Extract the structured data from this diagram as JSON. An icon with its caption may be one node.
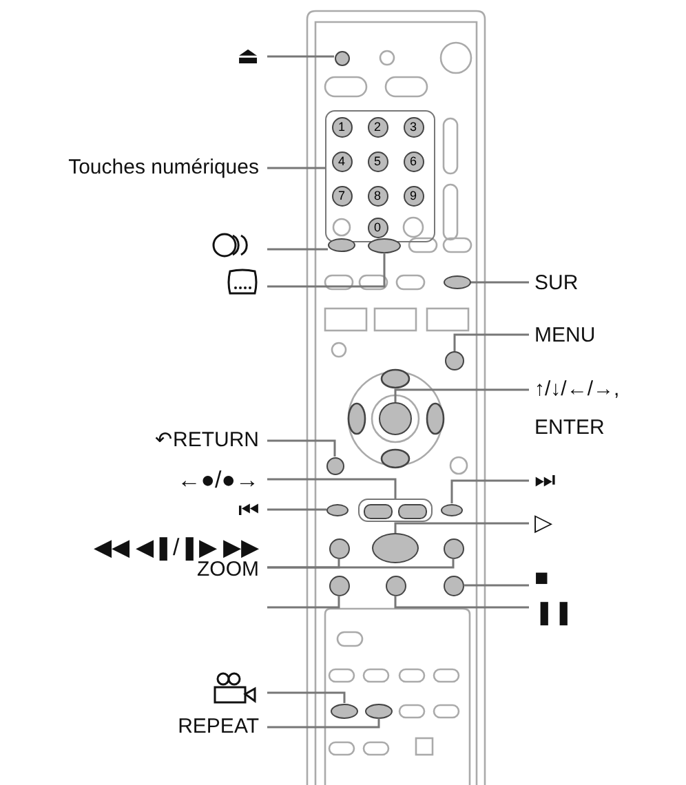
{
  "diagram": {
    "nodes": [
      {
        "text": [
          "⏏"
        ]
      },
      {
        "text": [
          "Touches numériques"
        ]
      },
      {
        "text": [],
        "shape": "circle"
      },
      {
        "text": [],
        "shape": "picture"
      },
      {
        "text": [
          "↶RETURN"
        ]
      },
      {
        "text": [
          "←●/●→"
        ]
      },
      {
        "text": [
          "⏮"
        ]
      },
      {
        "text": [
          "◀◀ ◀❚/❚▶ ▶▶"
        ]
      },
      {
        "text": [
          "ZOOM"
        ]
      },
      {
        "text": [],
        "shape": "picture"
      },
      {
        "text": [
          "REPEAT"
        ]
      },
      {
        "text": [
          "SUR"
        ]
      },
      {
        "text": [
          "MENU"
        ]
      },
      {
        "text": [
          "↑/↓/←/→, ENTER"
        ]
      },
      {
        "text": [
          "⏭"
        ]
      },
      {
        "text": [
          "▷"
        ]
      },
      {
        "text": [
          "■"
        ]
      },
      {
        "text": [
          "❚❚"
        ]
      },
      {
        "text": [],
        "shape": "button"
      },
      {
        "text": [],
        "shape": "box"
      },
      {
        "text": [],
        "shape": "button"
      },
      {
        "text": [],
        "shape": "button"
      },
      {
        "text": [],
        "shape": "button"
      },
      {
        "text": [],
        "shape": "button"
      },
      {
        "text": [],
        "shape": "button"
      },
      {
        "text": [],
        "shape": "button"
      },
      {
        "text": [],
        "shape": "box"
      },
      {
        "text": [],
        "shape": "button"
      },
      {
        "text": [],
        "shape": "button"
      },
      {
        "text": [],
        "shape": "button"
      },
      {
        "text": [],
        "shape": "button"
      },
      {
        "text": [],
        "shape": "button"
      },
      {
        "text": [],
        "shape": "button"
      },
      {
        "text": [],
        "shape": "button"
      },
      {
        "text": [],
        "shape": "button"
      },
      {
        "text": [],
        "shape": "button"
      },
      {
        "text": [],
        "shape": "button"
      }
    ],
    "edges": [
      {
        "from": 0,
        "to": 18,
        "arrow": "none"
      },
      {
        "from": 1,
        "to": 19,
        "arrow": "none"
      },
      {
        "from": 2,
        "to": 20,
        "arrow": "none"
      },
      {
        "from": 3,
        "to": 21,
        "arrow": "none"
      },
      {
        "from": 4,
        "to": 25,
        "arrow": "none"
      },
      {
        "from": 5,
        "to": 26,
        "arrow": "none"
      },
      {
        "from": 6,
        "to": 27,
        "arrow": "none"
      },
      {
        "from": 7,
        "to": 28,
        "arrow": "none"
      },
      {
        "from": 7,
        "to": 29,
        "arrow": "none"
      },
      {
        "from": 8,
        "to": 30,
        "arrow": "none"
      },
      {
        "from": 9,
        "to": 35,
        "arrow": "none"
      },
      {
        "from": 10,
        "to": 36,
        "arrow": "none"
      },
      {
        "from": 11,
        "to": 22,
        "arrow": "none"
      },
      {
        "from": 12,
        "to": 23,
        "arrow": "none"
      },
      {
        "from": 13,
        "to": 24,
        "arrow": "none"
      },
      {
        "from": 14,
        "to": 31,
        "arrow": "none"
      },
      {
        "from": 15,
        "to": 32,
        "arrow": "none"
      },
      {
        "from": 16,
        "to": 33,
        "arrow": "none"
      },
      {
        "from": 17,
        "to": 34,
        "arrow": "none"
      }
    ],
    "labels": [
      "1",
      "2",
      "3",
      "4",
      "5",
      "6",
      "7",
      "8",
      "9",
      "0"
    ]
  }
}
